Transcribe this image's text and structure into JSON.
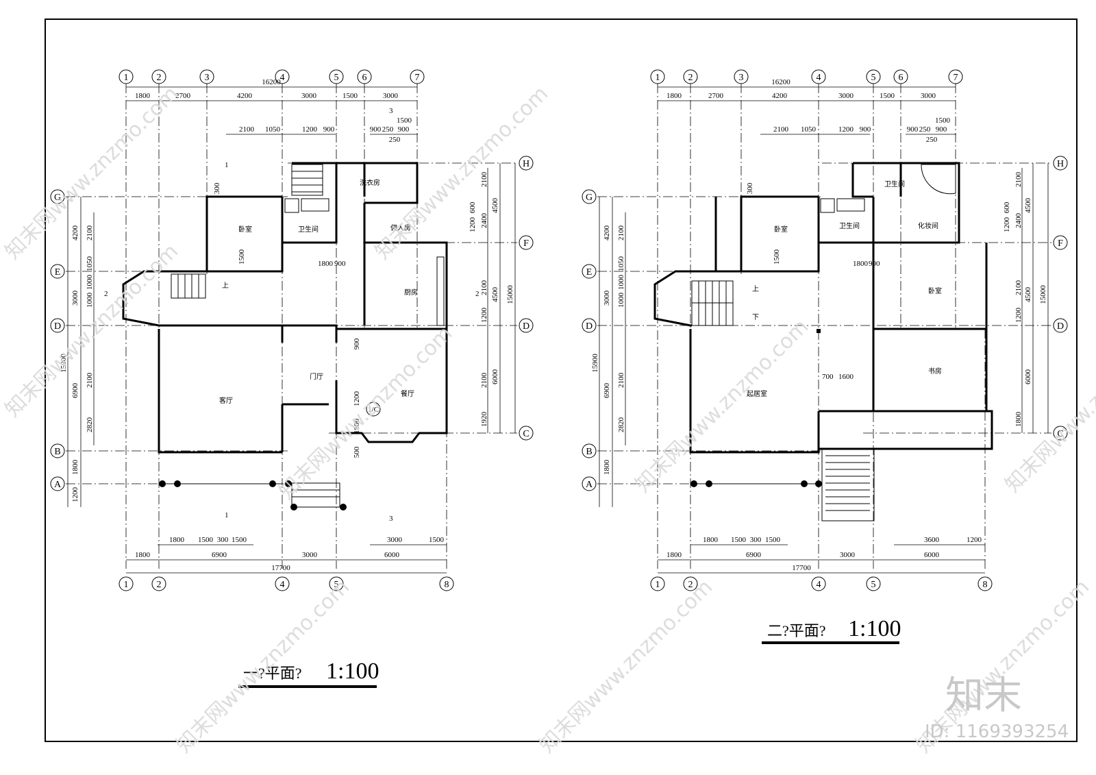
{
  "sheet": {
    "plan1": {
      "title_text": "一?平面?",
      "scale": "1:100",
      "grid_top": [
        "1",
        "2",
        "3",
        "4",
        "5",
        "6",
        "7"
      ],
      "grid_bottom": [
        "1",
        "2",
        "4",
        "5",
        "8"
      ],
      "grid_left": [
        "G",
        "E",
        "D",
        "B",
        "A"
      ],
      "grid_right": [
        "H",
        "F",
        "D",
        "C"
      ],
      "dim_top_total": "16200",
      "dim_top_spans": [
        "1800",
        "2700",
        "4200",
        "3000",
        "1500",
        "3000"
      ],
      "dim_top_windows": [
        "2100",
        "1050",
        "1200",
        "900",
        "900",
        "250",
        "900",
        "1500",
        "250"
      ],
      "dim_bottom_total": "17700",
      "dim_bottom_spans": [
        "1800",
        "6900",
        "3000",
        "6000"
      ],
      "dim_bottom_windows": [
        "1800",
        "1500",
        "300",
        "1500",
        "3000",
        "1500"
      ],
      "dim_left_outer": [
        "4200",
        "3000",
        "15900",
        "6900",
        "1800",
        "1200"
      ],
      "dim_left_inner": [
        "2100",
        "1050",
        "1000",
        "1000",
        "2100",
        "2820"
      ],
      "dim_left_misc": [
        "300",
        "1500"
      ],
      "dim_right_outer": [
        "15000"
      ],
      "dim_right_mid": [
        "4500",
        "4500",
        "6000"
      ],
      "dim_right_inner": [
        "2100",
        "2400",
        "1200",
        "600",
        "2100",
        "1200",
        "2100",
        "1920"
      ],
      "dim_interior": [
        "1800",
        "900",
        "900",
        "1200",
        "1800",
        "500"
      ],
      "rooms": [
        "卧室",
        "卫生间",
        "洗衣房",
        "佣人房",
        "厨房",
        "客厅",
        "门厅",
        "餐厅"
      ],
      "stair_label": "上",
      "section_marks": [
        "1",
        "2",
        "3"
      ],
      "detail_mark": "1/C"
    },
    "plan2": {
      "title_text": "二?平面?",
      "scale": "1:100",
      "grid_top": [
        "1",
        "2",
        "3",
        "4",
        "5",
        "6",
        "7"
      ],
      "grid_bottom": [
        "1",
        "2",
        "4",
        "5",
        "8"
      ],
      "grid_left": [
        "G",
        "E",
        "D",
        "B",
        "A"
      ],
      "grid_right": [
        "H",
        "F",
        "D",
        "C"
      ],
      "dim_top_total": "16200",
      "dim_top_spans": [
        "1800",
        "2700",
        "4200",
        "3000",
        "1500",
        "3000"
      ],
      "dim_top_windows": [
        "2100",
        "1050",
        "1200",
        "900",
        "900",
        "250",
        "900",
        "1500",
        "250"
      ],
      "dim_bottom_total": "17700",
      "dim_bottom_spans": [
        "1800",
        "6900",
        "3000",
        "6000"
      ],
      "dim_bottom_windows": [
        "1800",
        "1500",
        "300",
        "1500",
        "3600",
        "1200"
      ],
      "dim_left_outer": [
        "4200",
        "3000",
        "15900",
        "6900",
        "1800"
      ],
      "dim_left_inner": [
        "2100",
        "1050",
        "1000",
        "1000",
        "2100",
        "2820"
      ],
      "dim_left_misc": [
        "300",
        "1500"
      ],
      "dim_right_outer": [
        "15000"
      ],
      "dim_right_mid": [
        "4500",
        "4500",
        "6000"
      ],
      "dim_right_inner": [
        "2100",
        "2400",
        "1200",
        "600",
        "2100",
        "1200",
        "1800"
      ],
      "dim_interior": [
        "1800",
        "900",
        "700",
        "1600"
      ],
      "rooms": [
        "卧室",
        "卫生间",
        "卫生间",
        "化妆间",
        "卧室",
        "起居室",
        "书房"
      ],
      "stair_labels": [
        "上",
        "下"
      ]
    },
    "watermark": "知末网www.znzmo.com",
    "brand": "知末",
    "id_text": "ID: 1169393254"
  }
}
